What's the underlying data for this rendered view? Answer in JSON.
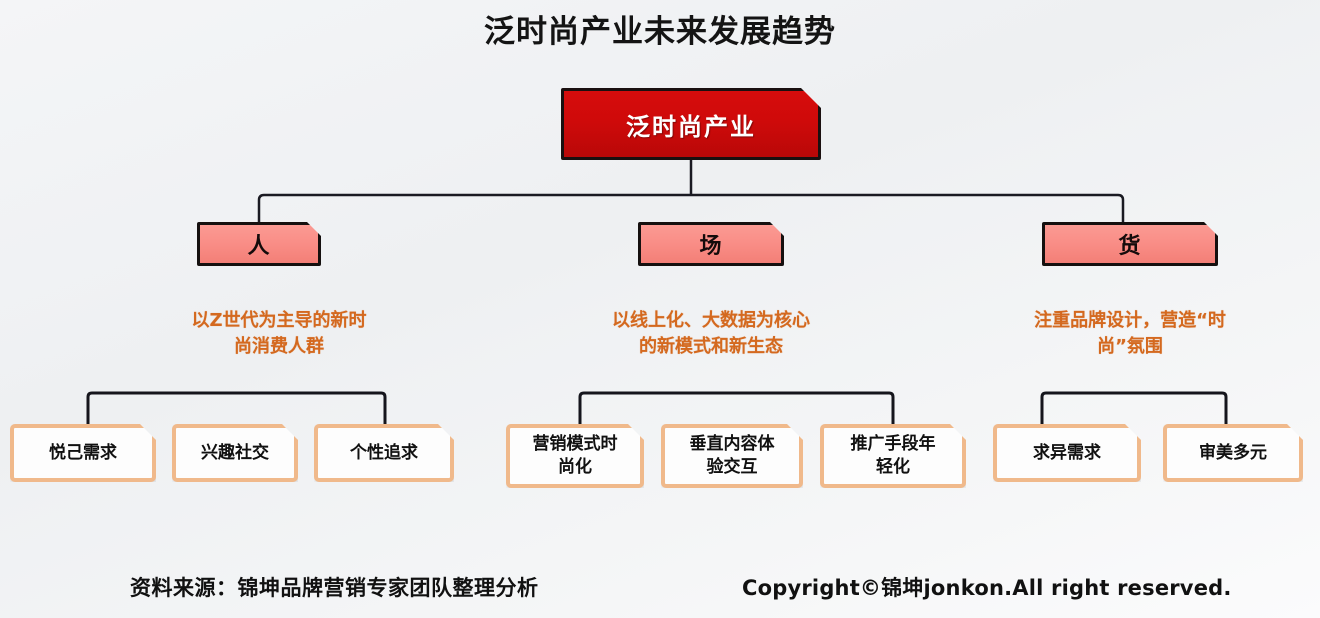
{
  "title": "泛时尚产业未来发展趋势",
  "root": {
    "label": "泛时尚产业",
    "fill": "#cf0a0a",
    "text_color": "#ffffff"
  },
  "branches": [
    {
      "node_label": "人",
      "description": "以Z世代为主导的新时\n尚消费人群",
      "leaves": [
        {
          "label": "悦己需求"
        },
        {
          "label": "兴趣社交"
        },
        {
          "label": "个性追求"
        }
      ]
    },
    {
      "node_label": "场",
      "description": "以线上化、大数据为核心\n的新模式和新生态",
      "leaves": [
        {
          "label": "营销模式时\n尚化"
        },
        {
          "label": "垂直内容体\n验交互"
        },
        {
          "label": "推广手段年\n轻化"
        }
      ]
    },
    {
      "node_label": "货",
      "description": "注重品牌设计，营造“时\n尚”氛围",
      "leaves": [
        {
          "label": "求异需求"
        },
        {
          "label": "审美多元"
        }
      ]
    }
  ],
  "footer": {
    "source": "资料来源：锦坤品牌营销专家团队整理分析",
    "copyright": "Copyright©锦坤jonkon.All right reserved."
  },
  "colors": {
    "background": "#f1f2f4",
    "root_red": "#cf0a0a",
    "branch_pink": "#f98d86",
    "description_orange": "#d4691f",
    "leaf_border_orange": "#f0b98b",
    "connector_black": "#1a1a22"
  }
}
